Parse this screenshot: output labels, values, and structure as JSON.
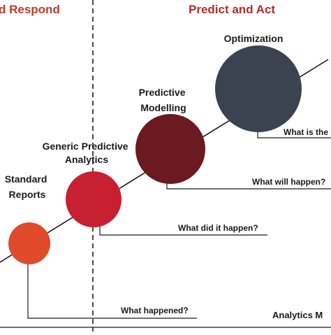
{
  "colors": {
    "header_left": "#c0392b",
    "header_right": "#b52a2a",
    "standard_reports": "#e04a2a",
    "generic_predictive": "#c72030",
    "predictive_modelling": "#6b1a22",
    "optimization": "#3b4350",
    "lines": "#1a1a1a"
  },
  "headers": {
    "left": "d Respond",
    "right": "Predict and Act"
  },
  "nodes": {
    "standard_reports": [
      "Standard",
      "Reports"
    ],
    "generic_predictive": [
      "Generic Predictive",
      "Analytics"
    ],
    "predictive_modelling": [
      "Predictive",
      "Modelling"
    ],
    "optimization": [
      "Optimization"
    ]
  },
  "questions": {
    "standard_reports": "What happened?",
    "generic_predictive": "What did it happen?",
    "predictive_modelling": "What will happen?",
    "optimization": "What is the"
  },
  "axis": {
    "label": "Analytics M"
  }
}
